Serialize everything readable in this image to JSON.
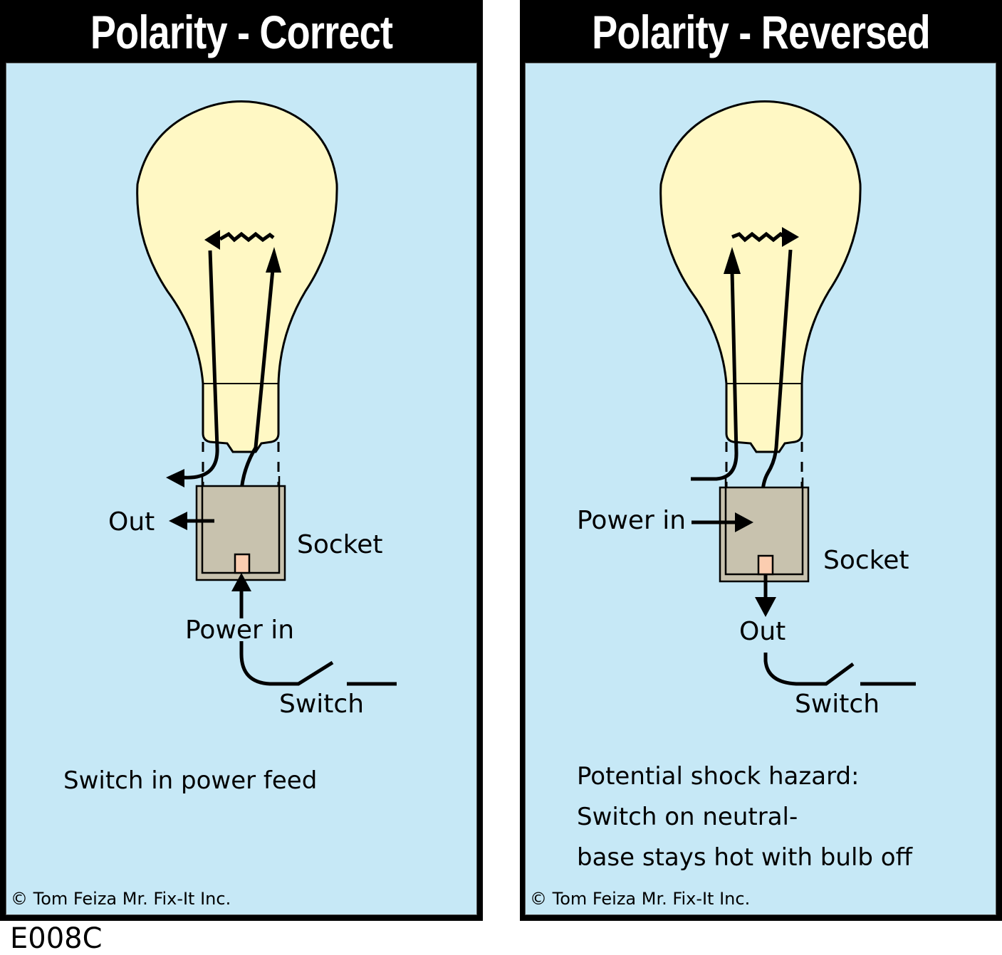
{
  "colors": {
    "frame": "#000000",
    "panel_background": "#c6e8f6",
    "bulb_fill": "#fff8c4",
    "socket_fill": "#c8c2ae",
    "contact_fill": "#fbcdb0",
    "title_text": "#ffffff"
  },
  "panels": [
    {
      "title": "Polarity - Correct",
      "labels": {
        "out": "Out",
        "socket": "Socket",
        "power_in": "Power in",
        "switch": "Switch"
      },
      "caption_lines": [
        "Switch in power feed"
      ],
      "copyright": "© Tom Feiza Mr. Fix-It Inc."
    },
    {
      "title": "Polarity - Reversed",
      "labels": {
        "power_in": "Power in",
        "socket": "Socket",
        "out": "Out",
        "switch": "Switch"
      },
      "caption_lines": [
        "Potential shock hazard:",
        "Switch on neutral-",
        "base stays hot with bulb off"
      ],
      "copyright": "© Tom Feiza Mr. Fix-It Inc."
    }
  ],
  "figure_code": "E008C"
}
